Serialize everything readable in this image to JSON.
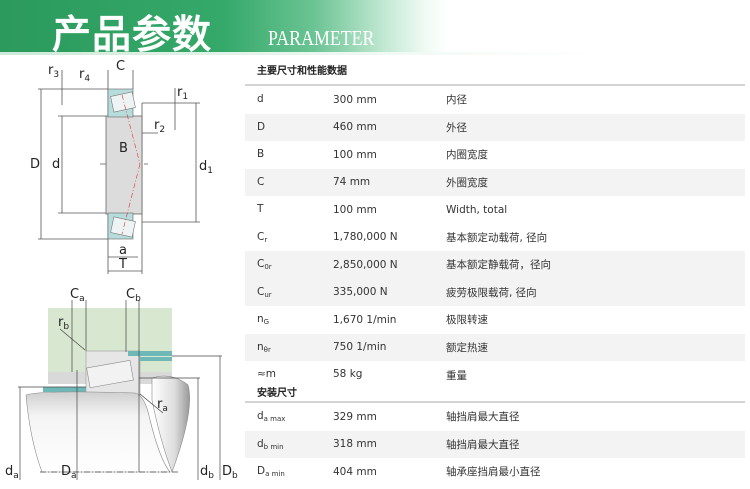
{
  "header": {
    "title": "产品参数",
    "subtitle": "PARAMETER"
  },
  "diagram1": {
    "labels": {
      "D": "D",
      "d": "d",
      "d1": "d",
      "d1_sub": "1",
      "r3": "r",
      "r3_sub": "3",
      "r4": "r",
      "r4_sub": "4",
      "C": "C",
      "r1": "r",
      "r1_sub": "1",
      "r2": "r",
      "r2_sub": "2",
      "B": "B",
      "a": "a",
      "T": "T"
    }
  },
  "diagram2": {
    "labels": {
      "Ca": "C",
      "Ca_sub": "a",
      "Cb": "C",
      "Cb_sub": "b",
      "rb": "r",
      "rb_sub": "b",
      "ra": "r",
      "ra_sub": "a",
      "da": "d",
      "da_sub": "a",
      "Da": "D",
      "Da_sub": "a",
      "db": "d",
      "db_sub": "b",
      "Db": "D",
      "Db_sub": "b"
    }
  },
  "table": {
    "section1": "主要尺寸和性能数据",
    "rows1": [
      {
        "sym": "d",
        "sub": "",
        "value": "300 mm",
        "desc": "内径"
      },
      {
        "sym": "D",
        "sub": "",
        "value": "460 mm",
        "desc": "外径"
      },
      {
        "sym": "B",
        "sub": "",
        "value": "100 mm",
        "desc": "内圈宽度"
      },
      {
        "sym": "C",
        "sub": "",
        "value": "74 mm",
        "desc": "外圈宽度"
      },
      {
        "sym": "T",
        "sub": "",
        "value": "100 mm",
        "desc": "Width, total"
      },
      {
        "sym": "C",
        "sub": "r",
        "value": "1,780,000 N",
        "desc": "基本额定动载荷, 径向"
      },
      {
        "sym": "C",
        "sub": "0r",
        "value": "2,850,000 N",
        "desc": "基本额定静载荷，径向"
      },
      {
        "sym": "C",
        "sub": "ur",
        "value": "335,000 N",
        "desc": "疲劳极限载荷, 径向"
      },
      {
        "sym": "n",
        "sub": "G",
        "value": "1,670 1/min",
        "desc": "极限转速"
      },
      {
        "sym": "n",
        "sub": "θr",
        "value": "750 1/min",
        "desc": "额定热速"
      },
      {
        "sym": "≈m",
        "sub": "",
        "value": "58 kg",
        "desc": "重量"
      }
    ],
    "section2": "安装尺寸",
    "rows2": [
      {
        "sym": "d",
        "sub": "a max",
        "value": "329 mm",
        "desc": "轴挡肩最大直径"
      },
      {
        "sym": "d",
        "sub": "b min",
        "value": "318 mm",
        "desc": "轴挡肩最大直径"
      },
      {
        "sym": "D",
        "sub": "a min",
        "value": "404 mm",
        "desc": "轴承座挡肩最小直径"
      }
    ]
  }
}
